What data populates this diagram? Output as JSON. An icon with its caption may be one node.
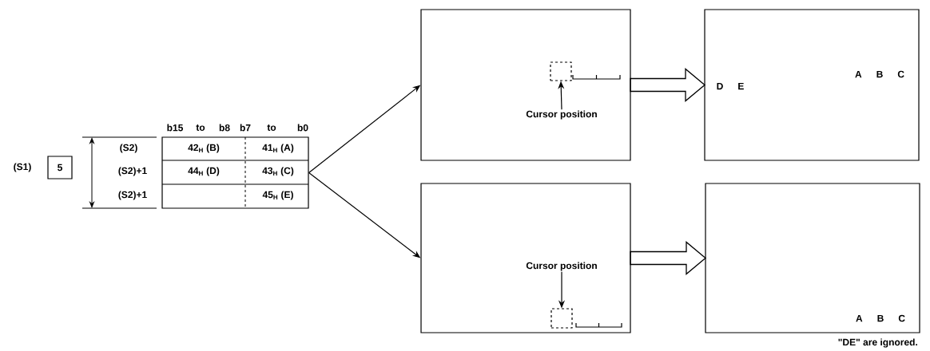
{
  "diagram": {
    "nodes": [
      {
        "text": [
          "5"
        ],
        "beside": [
          "(S1)"
        ]
      },
      {
        "text": [
          "42$_{H}$ (B)",
          "41$_{H}$ (A)",
          "44$_{H}$ (D)",
          "43$_{H}$ (C)",
          "45$_{H}$ (E)"
        ]
      },
      {
        "text": [],
        "shape": "box"
      },
      {
        "text": [
          "Cursor position"
        ],
        "in": 2
      },
      {
        "text": [],
        "shape": "box",
        "in": 2
      },
      {
        "text": [
          "D E",
          "A B C"
        ]
      },
      {
        "text": [],
        "shape": "box"
      },
      {
        "text": [
          "Cursor position"
        ],
        "in": 6
      },
      {
        "text": [],
        "shape": "box",
        "in": 6
      },
      {
        "text": [
          "A B C"
        ],
        "beside": [
          "\"DE\" are ignored."
        ]
      }
    ],
    "edges": [
      {
        "from": 1,
        "to": 2,
        "arrow": "to"
      },
      {
        "from": 1,
        "to": 6,
        "arrow": "to"
      },
      {
        "from": 3,
        "to": 4,
        "arrow": "to"
      },
      {
        "from": 7,
        "to": 8,
        "arrow": "to"
      },
      {
        "from": 2,
        "to": 5,
        "arrow": "to",
        "style": "thick"
      },
      {
        "from": 6,
        "to": 9,
        "arrow": "to",
        "style": "thick"
      }
    ],
    "labels": [
      "b15",
      "to",
      "b8",
      "b7",
      "to",
      "b0",
      "(S2)",
      "(S2)+1",
      "(S2)+1"
    ]
  }
}
